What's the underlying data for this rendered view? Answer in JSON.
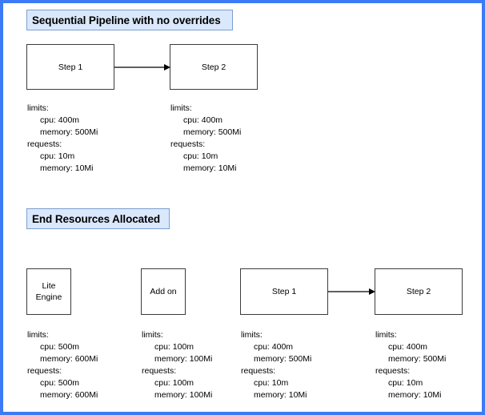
{
  "frame": {
    "border_color": "#3d7af5",
    "background": "#ffffff"
  },
  "theme": {
    "header_fill": "#dae8fc",
    "header_border": "#7b9fd0",
    "box_border": "#3c3c3c",
    "text_color": "#000000"
  },
  "sections": {
    "pipeline": {
      "header": "Sequential Pipeline with no overrides",
      "nodes": [
        {
          "label": "Step 1"
        },
        {
          "label": "Step 2"
        }
      ],
      "arrow": {
        "from": "Step 1",
        "to": "Step 2",
        "direction": "right"
      },
      "resources": [
        {
          "for": "Step 1",
          "lines": [
            "limits:",
            "cpu: 400m",
            "memory: 500Mi",
            "requests:",
            "cpu: 10m",
            "memory: 10Mi"
          ]
        },
        {
          "for": "Step 2",
          "lines": [
            "limits:",
            "cpu: 400m",
            "memory: 500Mi",
            "requests:",
            "cpu: 10m",
            "memory: 10Mi"
          ]
        }
      ]
    },
    "end_resources": {
      "header": "End Resources Allocated",
      "nodes": [
        {
          "label": "Lite\nEngine"
        },
        {
          "label": "Add on"
        },
        {
          "label": "Step 1"
        },
        {
          "label": "Step 2"
        }
      ],
      "arrow": {
        "from": "Step 1",
        "to": "Step 2",
        "direction": "right"
      },
      "resources": [
        {
          "for": "Lite Engine",
          "lines": [
            "limits:",
            "cpu: 500m",
            "memory: 600Mi",
            "requests:",
            "cpu: 500m",
            "memory: 600Mi"
          ]
        },
        {
          "for": "Add on",
          "lines": [
            "limits:",
            "cpu: 100m",
            "memory: 100Mi",
            "requests:",
            "cpu: 100m",
            "memory: 100Mi"
          ]
        },
        {
          "for": "Step 1",
          "lines": [
            "limits:",
            "cpu: 400m",
            "memory: 500Mi",
            "requests:",
            "cpu: 10m",
            "memory: 10Mi"
          ]
        },
        {
          "for": "Step 2",
          "lines": [
            "limits:",
            "cpu: 400m",
            "memory: 500Mi",
            "requests:",
            "cpu: 10m",
            "memory: 10Mi"
          ]
        }
      ]
    }
  }
}
